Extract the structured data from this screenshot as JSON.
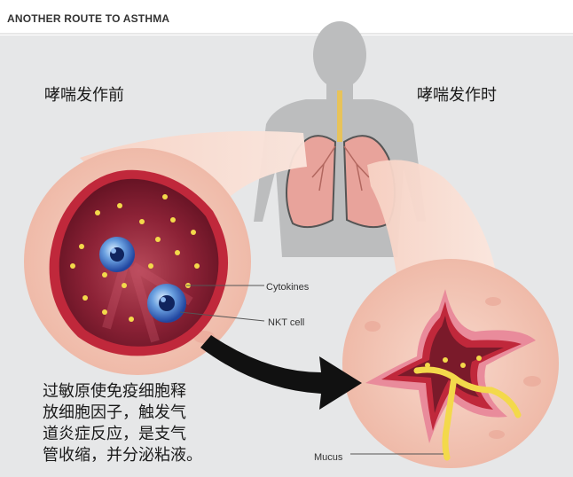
{
  "header": {
    "title": "ANOTHER ROUTE TO ASTHMA"
  },
  "labels": {
    "before": "哮喘发作前",
    "during": "哮喘发作时",
    "cytokines": "Cytokines",
    "nkt_cell": "NKT cell",
    "mucus": "Mucus"
  },
  "description": {
    "line1": "过敏原使免疫细胞释",
    "line2": "放细胞因子，触发气",
    "line3": "道炎症反应，是支气",
    "line4": "管收缩，并分泌粘液。"
  },
  "colors": {
    "background_band": "#e6e7e8",
    "body_silhouette": "#bcbdbe",
    "tissue_pink": "#f2c6b6",
    "lumen_dark": "#7a1a2a",
    "airway_red": "#c0283b",
    "mucus_yellow": "#f3d94b",
    "arrow": "#111111",
    "cell_blue": "#2a59b0"
  }
}
